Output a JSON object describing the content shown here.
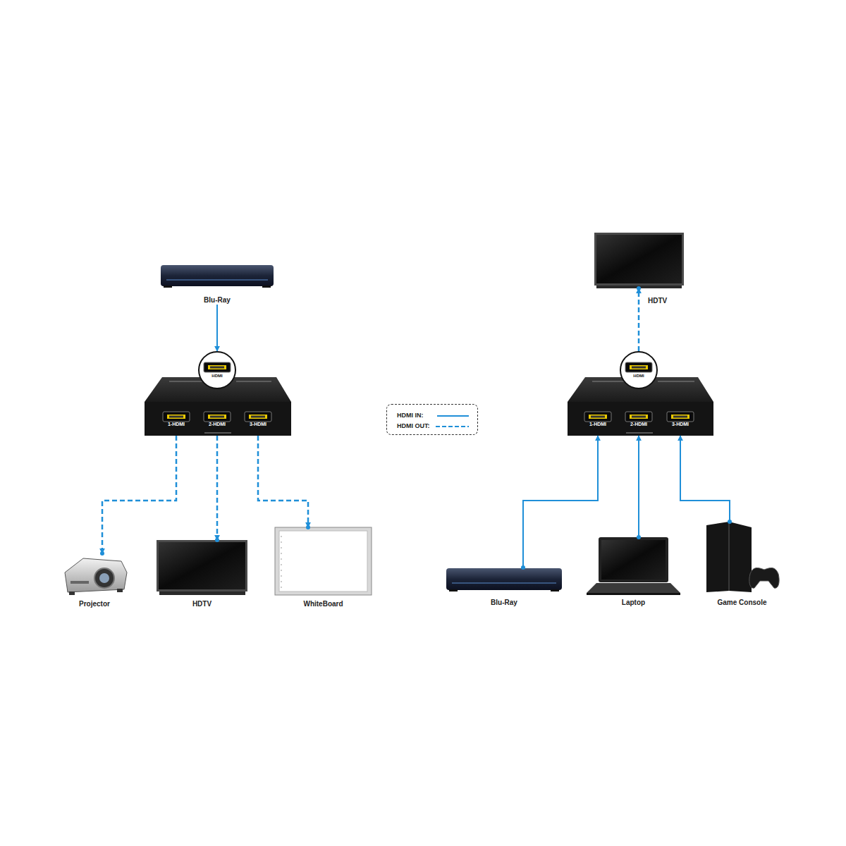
{
  "diagram": {
    "nodes": [
      {
        "text": [
          "Blu-Ray"
        ]
      },
      {
        "text": [
          "HDMI",
          "1-HDMI",
          "2-HDMI",
          "3-HDMI"
        ]
      },
      {
        "text": [
          "Projector"
        ]
      },
      {
        "text": [
          "HDTV"
        ]
      },
      {
        "text": [
          "WhiteBoard"
        ]
      },
      {
        "text": [
          "HDTV"
        ]
      },
      {
        "text": [
          "HDMI",
          "1-HDMI",
          "2-HDMI",
          "3-HDMI"
        ]
      },
      {
        "text": [
          "Blu-Ray"
        ]
      },
      {
        "text": [
          "Laptop"
        ]
      },
      {
        "text": [
          "Game Console"
        ]
      }
    ],
    "edges": [
      {
        "from": 0,
        "to": 1,
        "arrow": "to"
      },
      {
        "from": 1,
        "to": 2,
        "arrow": "to"
      },
      {
        "from": 1,
        "to": 3,
        "arrow": "to"
      },
      {
        "from": 1,
        "to": 4,
        "arrow": "to"
      },
      {
        "from": 6,
        "to": 5,
        "arrow": "to"
      },
      {
        "from": 7,
        "to": 6,
        "arrow": "to"
      },
      {
        "from": 8,
        "to": 6,
        "arrow": "to"
      },
      {
        "from": 9,
        "to": 6,
        "arrow": "to"
      }
    ],
    "legend": [
      {
        "text": "HDMI IN:"
      },
      {
        "text": "HDMI OUT:"
      }
    ]
  }
}
